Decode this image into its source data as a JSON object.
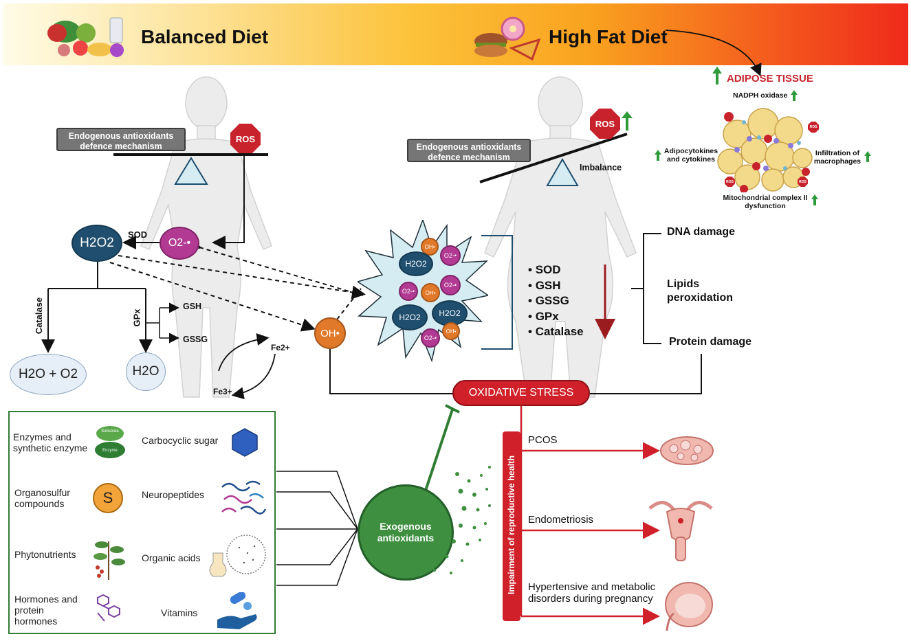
{
  "banner": {
    "balanced_diet": "Balanced Diet",
    "high_fat_diet": "High Fat Diet"
  },
  "left_figure": {
    "defence_box": "Endogenous antioxidants defence mechanism",
    "ros": "ROS",
    "h2o2": "H2O2",
    "o2_radical": "O2-•",
    "sod": "SOD",
    "catalase": "Catalase",
    "gpx": "GPx",
    "gsh": "GSH",
    "gssg": "GSSG",
    "h2o_o2": "H2O + O2",
    "h2o": "H2O",
    "fe2": "Fe2+",
    "fe3": "Fe3+"
  },
  "oh_radical": "OH•",
  "cluster": {
    "h2o2": "H2O2",
    "o2": "O2-•",
    "oh": "OH•"
  },
  "right_figure": {
    "defence_box": "Endogenous antioxidants defence mechanism",
    "ros": "ROS",
    "imbalance": "Imbalance",
    "markers": [
      "SOD",
      "GSH",
      "GSSG",
      "GPx",
      "Catalase"
    ],
    "damages": [
      "DNA damage",
      "Lipids peroxidation",
      "Protein damage"
    ]
  },
  "adipose": {
    "title": "ADIPOSE TISSUE",
    "nadph": "NADPH oxidase",
    "adipocytokines": "Adipocytokines and cytokines",
    "infiltration": "Infiltration of macrophages",
    "mito": "Mitochondrial complex II dysfunction",
    "ros": "ROS"
  },
  "oxidative_stress": "OXIDATIVE STRESS",
  "exogenous": "Exogenous antioxidants",
  "impairment": "Impairment of reproductive health",
  "diseases": [
    "PCOS",
    "Endometriosis",
    "Hypertensive and metabolic disorders during pregnancy"
  ],
  "antioxidant_classes": {
    "enzymes": "Enzymes and synthetic enzyme",
    "substrate": "Substrate",
    "enzyme": "Enzyme",
    "carbocyclic": "Carbocyclic sugar",
    "organosulfur": "Organosulfur compounds",
    "s_letter": "S",
    "neuropeptides": "Neuropeptides",
    "phytonutrients": "Phytonutrients",
    "organic_acids": "Organic acids",
    "hormones": "Hormones and protein hormones",
    "vitamins": "Vitamins"
  },
  "colors": {
    "navy": "#1f4e6e",
    "magenta": "#b23a93",
    "orange": "#e07a2a",
    "red": "#d0202a",
    "green": "#2f7d32",
    "darkred_arrow": "#9b1c1f"
  }
}
